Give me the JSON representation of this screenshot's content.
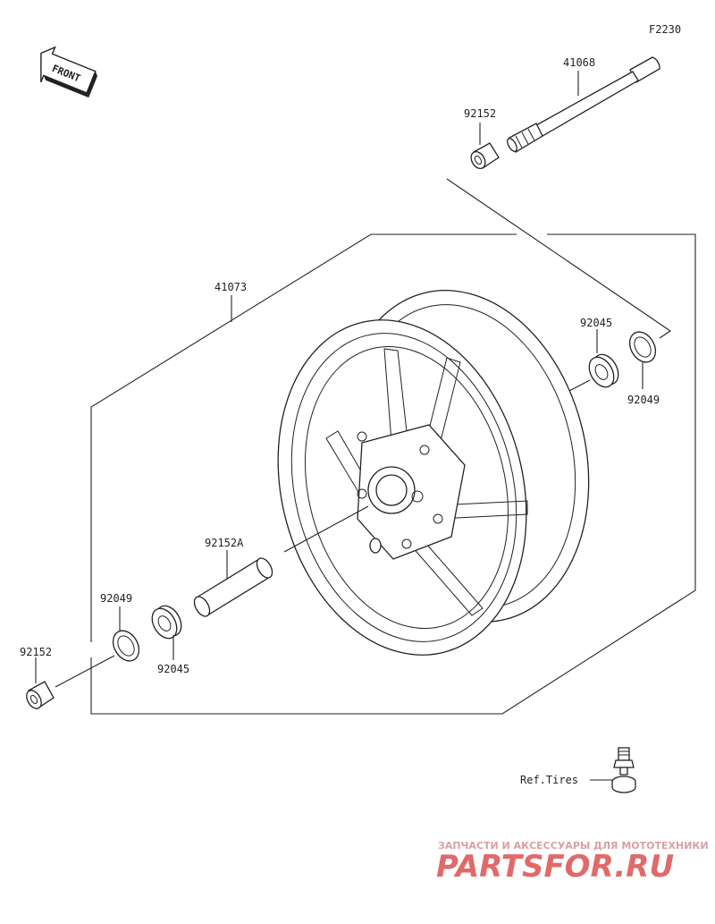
{
  "figure_code": "F2230",
  "front_badge": "FRONT",
  "parts": {
    "axle": "41068",
    "collar_top": "92152",
    "wheel": "41073",
    "bearing_right": "92045",
    "seal_right": "92049",
    "collar_center": "92152A",
    "seal_left": "92049",
    "bearing_left": "92045",
    "collar_left": "92152"
  },
  "reference": "Ref.Tires",
  "watermark": {
    "tagline": "ЗАПЧАСТИ И АКСЕССУАРЫ ДЛЯ МОТОТЕХНИКИ",
    "brand": "PARTSFOR.RU"
  },
  "colors": {
    "line": "#222222",
    "watermark_brand": "#e06a6a",
    "watermark_tagline": "#d9a0a0"
  }
}
